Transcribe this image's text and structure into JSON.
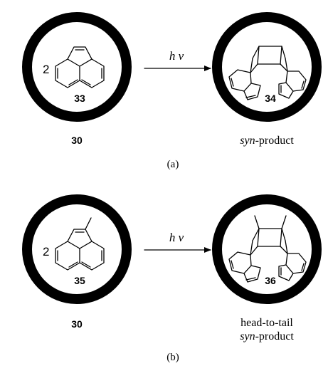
{
  "panel_a": {
    "coefficient": "2",
    "guest_label": "33",
    "host_label": "30",
    "arrow_label_h": "h",
    "arrow_label_nu": "ν",
    "product_label": "34",
    "product_desc_prefix": "syn",
    "product_desc_suffix": "-product",
    "caption": "(a)"
  },
  "panel_b": {
    "coefficient": "2",
    "guest_label": "35",
    "host_label": "30",
    "arrow_label_h": "h",
    "arrow_label_nu": "ν",
    "product_label": "36",
    "product_desc_line1": "head-to-tail",
    "product_desc_prefix": "syn",
    "product_desc_suffix": "-product",
    "caption": "(b)"
  }
}
